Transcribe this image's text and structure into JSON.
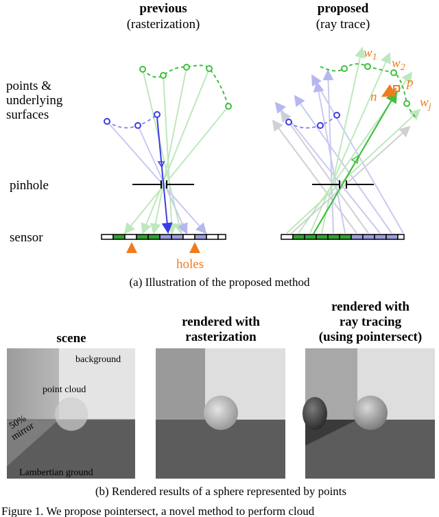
{
  "panel_a": {
    "previous": {
      "title": "previous",
      "subtitle": "(rasterization)"
    },
    "proposed": {
      "title": "proposed",
      "subtitle": "(ray trace)"
    },
    "row_labels": {
      "points_line1": "points &",
      "points_line2": "underlying",
      "points_line3": "surfaces",
      "pinhole": "pinhole",
      "sensor": "sensor"
    },
    "holes_label": "holes",
    "symbols": {
      "w1": "w",
      "w1_sub": "1",
      "w2": "w",
      "w2_sub": "2",
      "wj": "w",
      "wj_sub": "j",
      "p": "p",
      "n": "n"
    },
    "caption": "(a) Illustration of the proposed method"
  },
  "panel_b": {
    "scene": {
      "title": "scene",
      "background": "background",
      "point_cloud": "point cloud",
      "mirror_line1": "50%",
      "mirror_line2": "mirror",
      "ground": "Lambertian ground"
    },
    "raster": {
      "title_line1": "rendered with",
      "title_line2": "rasterization"
    },
    "raytrace": {
      "title_line1": "rendered with",
      "title_line2": "ray tracing",
      "title_line3": "(using pointersect)"
    },
    "caption": "(b) Rendered results of a sphere represented by points"
  },
  "figure_caption": "Figure 1. We propose pointersect, a novel method to perform cloud",
  "colors": {
    "blue": "#3b3be6",
    "green": "#3fbf3f",
    "orange": "#f07b1e",
    "gray": "#b9b9bf"
  }
}
